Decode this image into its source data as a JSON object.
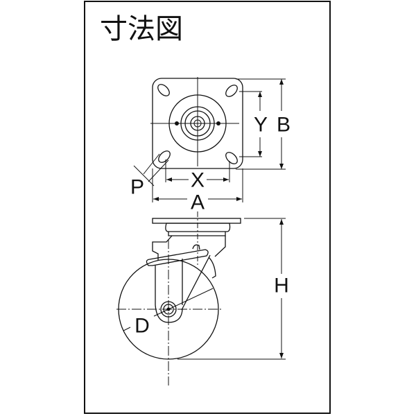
{
  "title": "寸法図",
  "dimensions": {
    "Y": "Y",
    "B": "B",
    "X": "X",
    "P": "P",
    "A": "A",
    "H": "H",
    "D": "D"
  }
}
